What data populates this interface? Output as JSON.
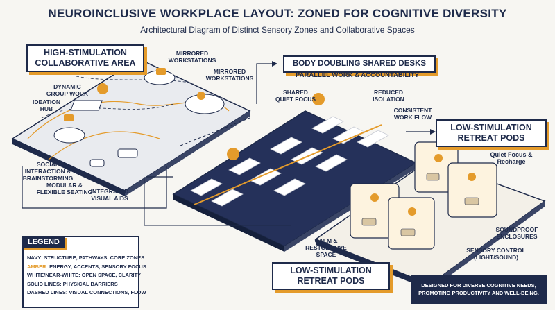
{
  "title": "NEUROINCLUSIVE WORKPLACE LAYOUT: ZONED FOR COGNITIVE DIVERSITY",
  "subtitle": "Architectural Diagram of Distinct Sensory Zones and Collaborative Spaces",
  "zones": {
    "high": "HIGH-STIMULATION COLLABORATIVE AREA",
    "body": "BODY DOUBLING SHARED DESKS",
    "body_sub": "PARALLEL WORK & ACCOUNTABILITY",
    "low_top": "LOW-STIMULATION RETREAT PODS",
    "low_bottom": "LOW-STIMULATION RETREAT PODS"
  },
  "labels": {
    "mirrored1": "MIRRORED WORKSTATIONS",
    "mirrored2": "MIRRORED WORKSTATIONS",
    "dynamic": "DYNAMIC GROUP WORK",
    "ideation": "IDEATION HUB",
    "social": "SOCIAL INTERACTION & BRAINSTORMING",
    "modular": "MODULAR & FLEXIBLE SEATING",
    "visual": "INTEGRATED VISUAL AIDS",
    "shared_quiet": "SHARED QUIET FOCUS",
    "reduced": "REDUCED ISOLATION",
    "consistent": "CONSISTENT WORK FLOW",
    "quiet_recharge": "Quiet Focus & Recharge",
    "soundproof": "SOUNDPROOF ENCLOSURES",
    "calm": "CALM & RESTORATIVE SPACE",
    "sensory": "SENSORY CONTROL (LIGHT/SOUND)"
  },
  "legend": {
    "heading": "LEGEND",
    "rows": [
      {
        "key": "NAVY:",
        "text": " STRUCTURE, PATHWAYS, CORE ZONES"
      },
      {
        "key": "AMBER:",
        "text": " ENERGY, ACCENTS, SENSORY FOCUS"
      },
      {
        "key": "WHITE/NEAR-WHITE:",
        "text": " OPEN SPACE, CLARITY"
      },
      {
        "key": "SOLID LINES:",
        "text": " PHYSICAL BARRIERS"
      },
      {
        "key": "DASHED LINES:",
        "text": " VISUAL CONNECTIONS, FLOW"
      }
    ]
  },
  "footer": "DESIGNED FOR DIVERSE COGNITIVE NEEDS, PROMOTING PRODUCTIVITY AND WELL-BEING.",
  "colors": {
    "navy": "#1e2a4a",
    "amber": "#e49b2b",
    "background": "#f7f6f2"
  }
}
